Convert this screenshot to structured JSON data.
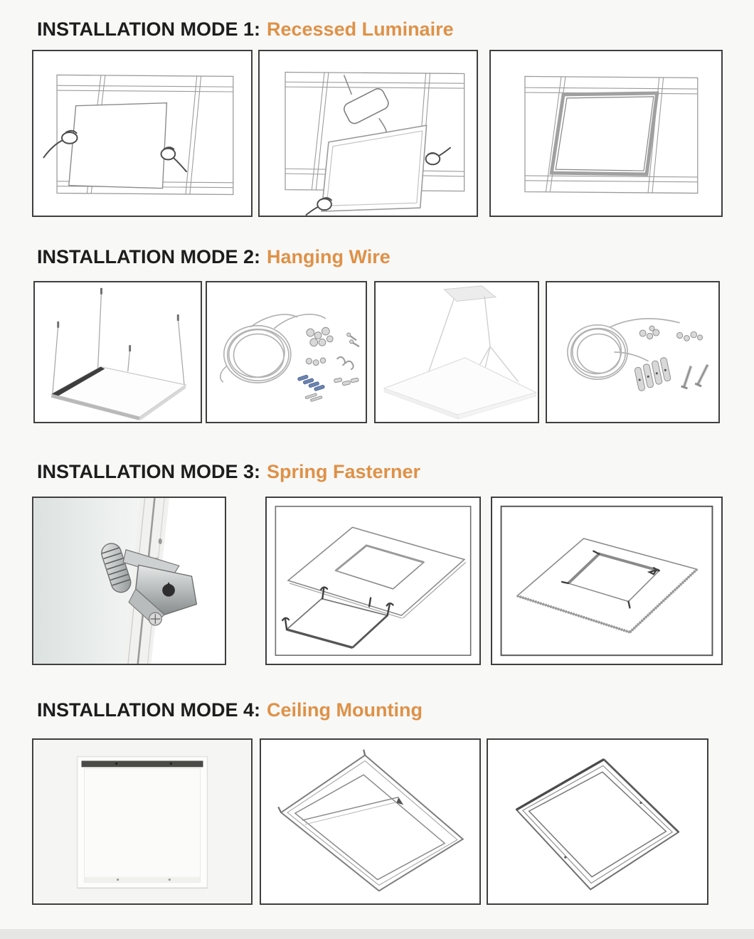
{
  "page": {
    "background_color": "#f8f8f7",
    "accent_color": "#df9147",
    "heading_color": "#1d1d1d",
    "panel_border_color": "#3f3f3f"
  },
  "sections": [
    {
      "heading_prefix": "INSTALLATION MODE 1:",
      "heading_highlight": "Recessed Luminaire",
      "panels": [
        {
          "label": "drawing-lift-panel-into-ceiling-grid"
        },
        {
          "label": "drawing-tilt-insert-panel-with-driver"
        },
        {
          "label": "drawing-panel-recessed-in-grid"
        }
      ]
    },
    {
      "heading_prefix": "INSTALLATION MODE 2:",
      "heading_highlight": "Hanging Wire",
      "panels": [
        {
          "label": "photo-panel-suspended-by-four-wires"
        },
        {
          "label": "photo-hanging-wire-kit-with-anchors"
        },
        {
          "label": "photo-panel-hanging-from-ceiling-plate"
        },
        {
          "label": "photo-hanging-wire-kit-with-screws"
        }
      ]
    },
    {
      "heading_prefix": "INSTALLATION MODE 3:",
      "heading_highlight": "Spring Fasterner",
      "panels": [
        {
          "label": "photo-spring-clip-on-panel-edge"
        },
        {
          "label": "drawing-ceiling-cutout-and-clip-frame"
        },
        {
          "label": "drawing-panel-fixed-in-cutout"
        }
      ]
    },
    {
      "heading_prefix": "INSTALLATION MODE 4:",
      "heading_highlight": "Ceiling Mounting",
      "panels": [
        {
          "label": "photo-white-surface-mount-frame"
        },
        {
          "label": "drawing-mount-frame-with-slide-rail"
        },
        {
          "label": "drawing-assembled-mount-frame"
        }
      ]
    }
  ]
}
